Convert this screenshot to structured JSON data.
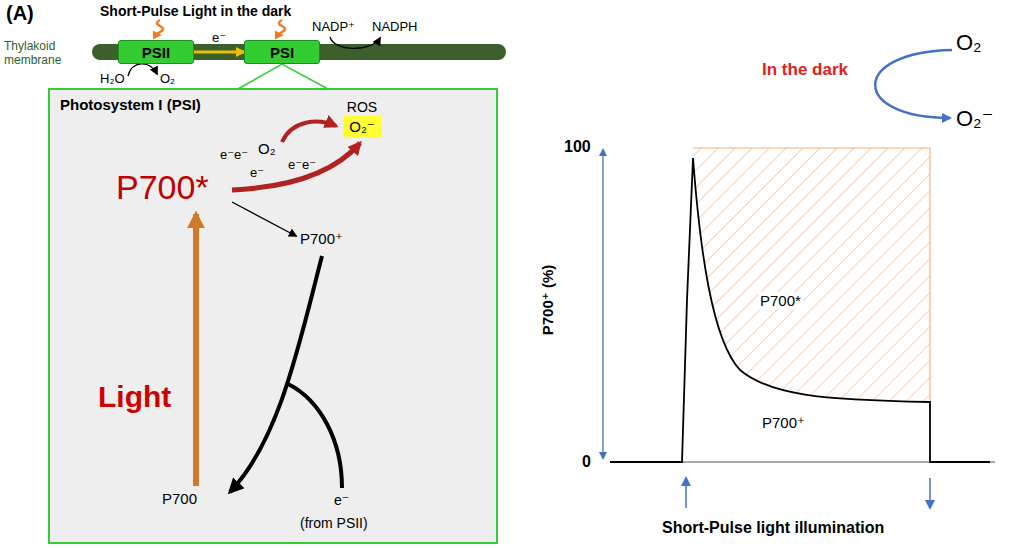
{
  "diagram": {
    "nodes": [
      {
        "text": [
          "PSII"
        ]
      },
      {
        "text": [
          "PSI"
        ]
      },
      {
        "text": [
          "Photosystem I (PSI)"
        ]
      },
      {
        "text": [
          "ROS",
          "O₂⁻"
        ],
        "in": 2
      }
    ],
    "edges": [
      {
        "from": 0,
        "to": 1,
        "arrow": "to",
        "label": "e⁻"
      },
      {
        "from": 1,
        "to": 2,
        "arrow": "none"
      }
    ],
    "labels": [
      "(A)",
      "Short-Pulse Light in the dark",
      "Thylakoid membrane",
      "H₂O",
      "O₂",
      "NADP⁺",
      "NADPH",
      "O₂",
      "P700*",
      "e⁻e⁻",
      "e⁻e⁻",
      "e⁻",
      "P700⁺",
      "Light",
      "P700",
      "e⁻",
      "(from PSII)",
      "In the dark",
      "100",
      "P700⁺ (%)",
      "0",
      "P700*",
      "P700⁺",
      "O₂",
      "O₂⁻",
      "Short-Pulse light illumination"
    ]
  }
}
